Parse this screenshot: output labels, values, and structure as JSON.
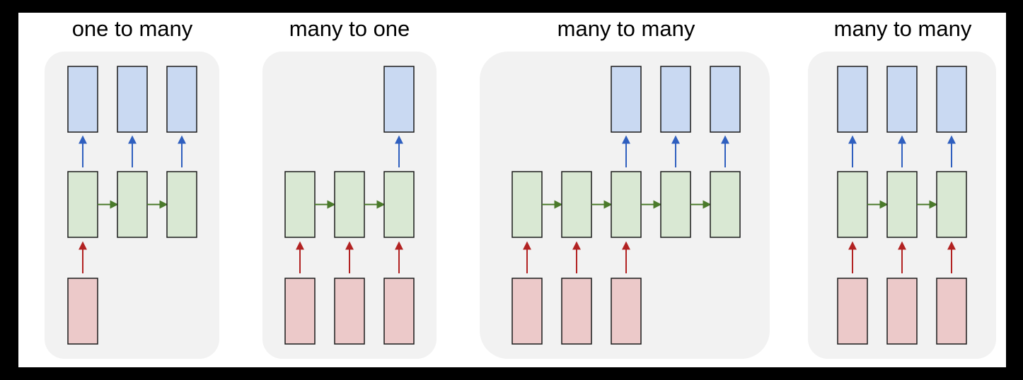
{
  "titles": {
    "one_to_many": "one to many",
    "many_to_one": "many to one",
    "many_to_many_delayed": "many to many",
    "many_to_many_synced": "many to many"
  },
  "colors": {
    "panel": "#f2f2f2",
    "input_fill": "#ecc9c9",
    "hidden_fill": "#d9e8d3",
    "output_fill": "#c9d9f2",
    "box_stroke": "#1a1a1a",
    "input_arrow": "#b22222",
    "recurrent_arrow": "#4a7a2a",
    "output_arrow": "#2f5fbf"
  },
  "diagrams": [
    {
      "id": "one-to-many",
      "title_key": "one_to_many",
      "steps": 3,
      "inputs": [
        1,
        0,
        0
      ],
      "outputs": [
        1,
        1,
        1
      ]
    },
    {
      "id": "many-to-one",
      "title_key": "many_to_one",
      "steps": 3,
      "inputs": [
        1,
        1,
        1
      ],
      "outputs": [
        0,
        0,
        1
      ]
    },
    {
      "id": "many-to-many-delayed",
      "title_key": "many_to_many_delayed",
      "steps": 5,
      "inputs": [
        1,
        1,
        1,
        0,
        0
      ],
      "outputs": [
        0,
        0,
        1,
        1,
        1
      ]
    },
    {
      "id": "many-to-many-synced",
      "title_key": "many_to_many_synced",
      "steps": 3,
      "inputs": [
        1,
        1,
        1
      ],
      "outputs": [
        1,
        1,
        1
      ]
    }
  ]
}
